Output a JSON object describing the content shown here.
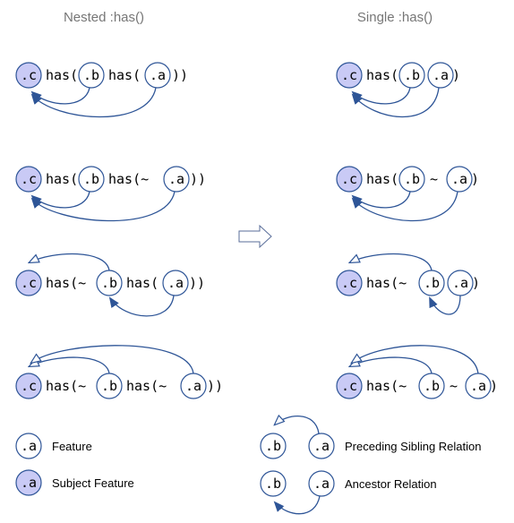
{
  "titles": {
    "left": "Nested :has()",
    "right": "Single :has()"
  },
  "nodes": {
    "a": ".a",
    "b": ".b",
    "c": ".c"
  },
  "tokens": {
    "has_open": "has(",
    "has_open_sibling": "has(~",
    "sibling": "~",
    "close1": ")",
    "close2": "))"
  },
  "legend": {
    "feature": "Feature",
    "subject_feature": "Subject Feature",
    "preceding_sibling": "Preceding Sibling Relation",
    "ancestor": "Ancestor Relation"
  },
  "colors": {
    "stroke": "#2e5597",
    "subject_fill": "#c9caf5",
    "title_text": "#767676",
    "arrow_outline": "#5a6e9a"
  },
  "icons": {
    "transform_arrow": "right-arrow-outline-icon"
  }
}
